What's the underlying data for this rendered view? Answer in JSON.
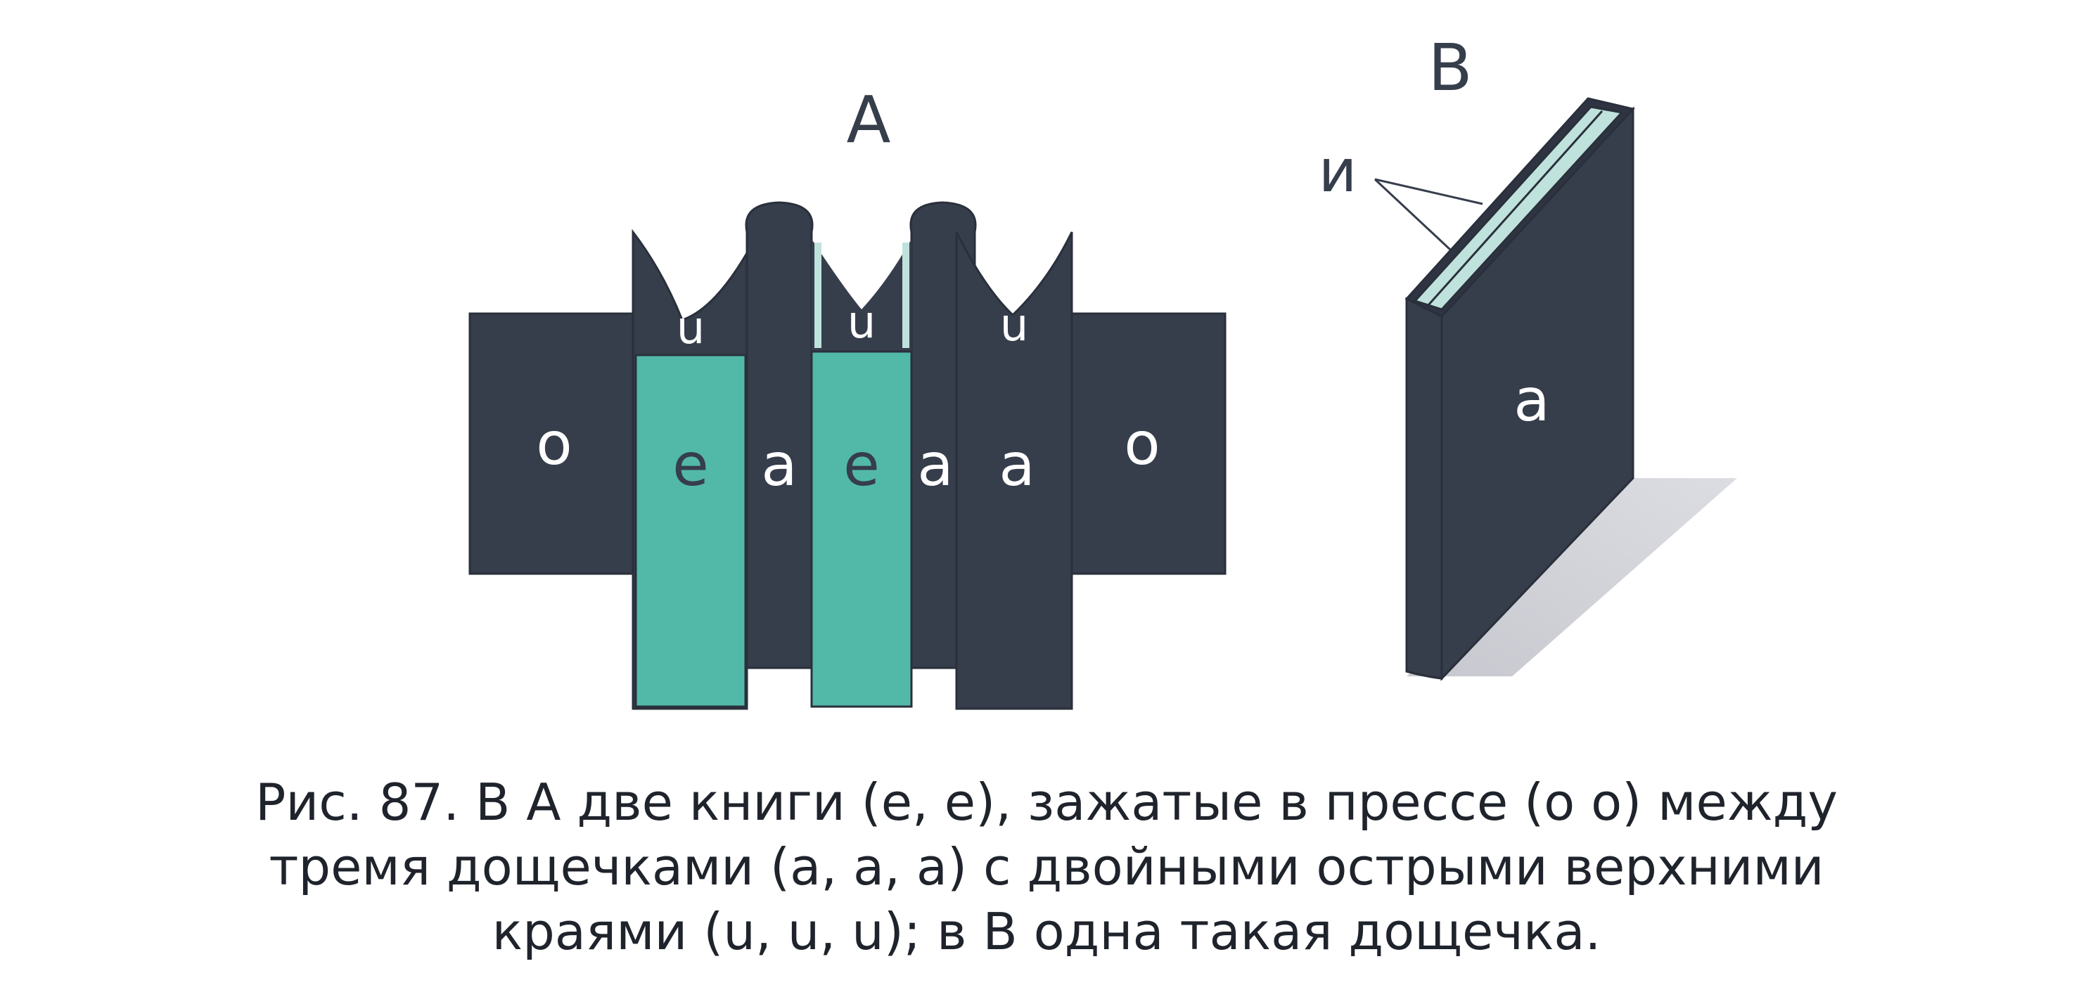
{
  "figure": {
    "panel_a_label": "А",
    "panel_b_label": "В",
    "press_label": "о",
    "book_label": "е",
    "board_label": "а",
    "edge_label": "u",
    "edges_callout_label": "и"
  },
  "caption": {
    "line1": "Рис. 87. В А две книги (е, е), зажатые в прессе (о о) между",
    "line2": "тремя дощечками (а, а, а) с двойными острыми верхними",
    "line3": "краями (u, u, u); в В одна такая дощечка."
  },
  "colors": {
    "board": "#363d4b",
    "book": "#52b9a9",
    "edge_highlight": "#bfe2dc",
    "shadow": "#cfd0d6",
    "text": "#1f232b"
  }
}
